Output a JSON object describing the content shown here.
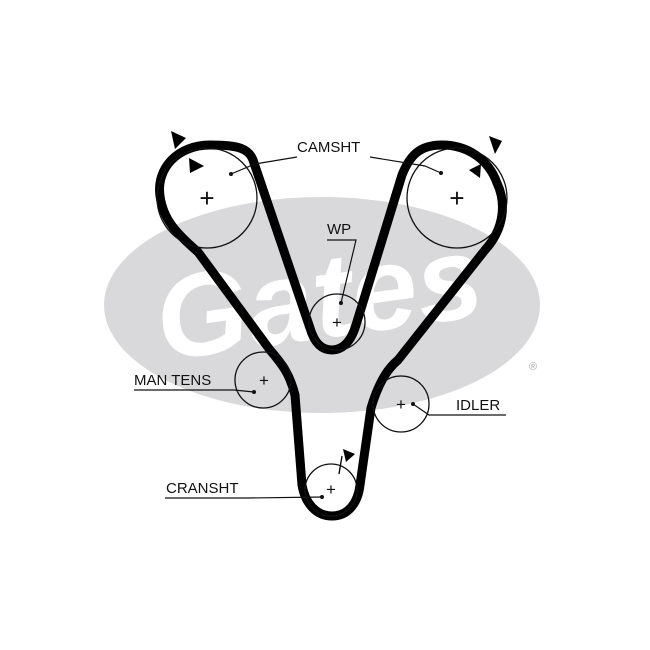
{
  "logo": {
    "brand": "Gates",
    "registered_mark": "®",
    "color": "#d9d9db"
  },
  "labels": {
    "camshaft": "CAMSHT",
    "water_pump": "WP",
    "manual_tensioner": "MAN TENS",
    "idler": "IDLER",
    "crankshaft": "CRANSHT"
  },
  "symbols": {
    "center_mark": "+"
  },
  "colors": {
    "belt": "#000000",
    "pulley_outline": "#111111",
    "background": "#ffffff"
  }
}
